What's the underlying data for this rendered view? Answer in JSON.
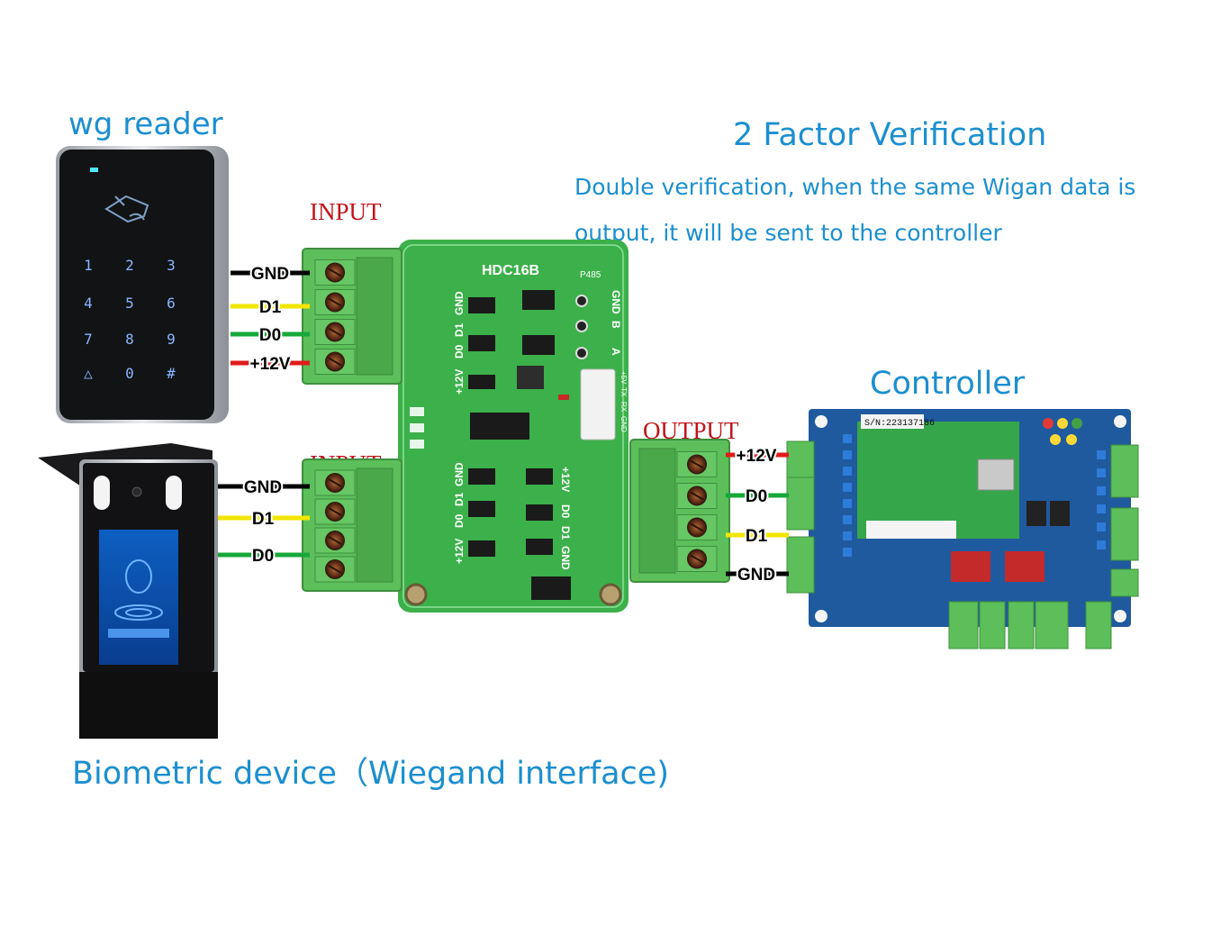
{
  "titles": {
    "wg_reader": "wg reader",
    "factor_title": "2 Factor Verification",
    "factor_desc_line1": "Double verification, when the same Wigan data is",
    "factor_desc_line2": "output, it will be sent to the controller",
    "controller": "Controller",
    "biometric": "Biometric device（Wiegand interface)"
  },
  "board": {
    "model": "HDC16B",
    "port_p485": "P485",
    "rs485_pins": [
      "GND",
      "B",
      "A"
    ],
    "input_label_top": "INPUT",
    "input_label_bottom": "INPUT",
    "output_label": "OUTPUT",
    "header_pins": [
      "+5V",
      "TX",
      "RX",
      "GND"
    ],
    "side_pins": [
      "+12V",
      "D0",
      "D1",
      "GND"
    ]
  },
  "keypad": {
    "keys": [
      "1",
      "2",
      "3",
      "4",
      "5",
      "6",
      "7",
      "8",
      "9",
      "△",
      "0",
      "#"
    ]
  },
  "controller_board": {
    "serial": "S/N:223137186"
  },
  "wires": {
    "reader": [
      "GND",
      "D1",
      "D0",
      "+12V"
    ],
    "biometric": [
      "GND",
      "D1",
      "D0"
    ],
    "output": [
      "+12V",
      "D0",
      "D1",
      "GND"
    ]
  },
  "colors": {
    "title_blue": "#1b8fd0",
    "io_label_red": "#c0141a",
    "pcb_green": "#3cb04a",
    "controller_blue": "#1f5a9e",
    "terminal_green": "#5cbf5a",
    "wire_gnd": "#000000",
    "wire_d1": "#f2e600",
    "wire_d0": "#17a83a",
    "wire_12v": "#e01b1b"
  }
}
